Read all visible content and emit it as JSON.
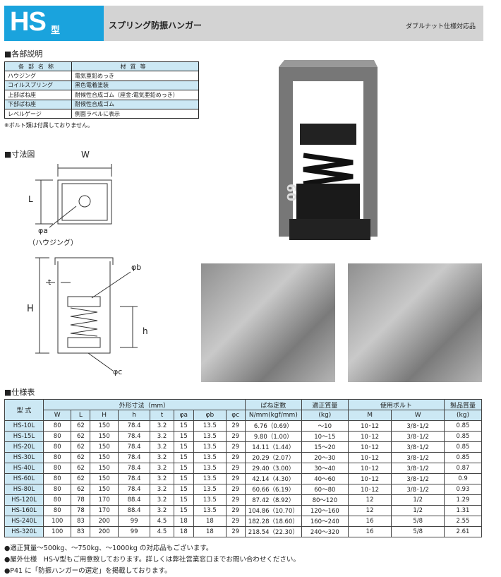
{
  "header": {
    "code": "HS",
    "type_suffix": "型",
    "title": "スプリング防振ハンガー",
    "note": "ダブルナット仕様対応品"
  },
  "parts": {
    "section_title": "■各部説明",
    "headers": [
      "各部名称",
      "材質等"
    ],
    "rows": [
      [
        "ハウジング",
        "電気亜鉛めっき"
      ],
      [
        "コイルスプリング",
        "黒色電着塗装"
      ],
      [
        "上部ばね座",
        "耐候性合成ゴム（座金:電気亜鉛めっき）"
      ],
      [
        "下部ばね座",
        "耐候性合成ゴム"
      ],
      [
        "レベルゲージ",
        "側面ラベルに表示"
      ]
    ],
    "note": "※ボルト類は付属しておりません。"
  },
  "dimensions": {
    "section_title": "■寸法図",
    "labels": {
      "W": "W",
      "L": "L",
      "phi_a": "φa",
      "housing": "（ハウジング）",
      "t": "t",
      "H": "H",
      "h": "h",
      "phi_b": "φb",
      "phi_c": "φc"
    }
  },
  "product_label": "60",
  "spec": {
    "section_title": "■仕様表",
    "headers": {
      "model": "型 式",
      "outer": "外形寸法（mm）",
      "spring": "ばね定数",
      "spring_unit": "N/mm(kgf/mm)",
      "mass": "適正質量",
      "mass_unit": "(kg)",
      "bolt": "使用ボルト",
      "weight": "製品質量",
      "weight_unit": "(kg)",
      "sub": [
        "W",
        "L",
        "H",
        "h",
        "t",
        "φa",
        "φb",
        "φc"
      ],
      "bolt_sub": [
        "M",
        "W"
      ]
    },
    "rows": [
      [
        "HS-10L",
        "80",
        "62",
        "150",
        "78.4",
        "3.2",
        "15",
        "13.5",
        "29",
        "6.76（0.69）",
        "～10",
        "10･12",
        "3/8･1/2",
        "0.85"
      ],
      [
        "HS-15L",
        "80",
        "62",
        "150",
        "78.4",
        "3.2",
        "15",
        "13.5",
        "29",
        "9.80（1.00）",
        "10～15",
        "10･12",
        "3/8･1/2",
        "0.85"
      ],
      [
        "HS-20L",
        "80",
        "62",
        "150",
        "78.4",
        "3.2",
        "15",
        "13.5",
        "29",
        "14.11（1.44）",
        "15～20",
        "10･12",
        "3/8･1/2",
        "0.85"
      ],
      [
        "HS-30L",
        "80",
        "62",
        "150",
        "78.4",
        "3.2",
        "15",
        "13.5",
        "29",
        "20.29（2.07）",
        "20～30",
        "10･12",
        "3/8･1/2",
        "0.85"
      ],
      [
        "HS-40L",
        "80",
        "62",
        "150",
        "78.4",
        "3.2",
        "15",
        "13.5",
        "29",
        "29.40（3.00）",
        "30～40",
        "10･12",
        "3/8･1/2",
        "0.87"
      ],
      [
        "HS-60L",
        "80",
        "62",
        "150",
        "78.4",
        "3.2",
        "15",
        "13.5",
        "29",
        "42.14（4.30）",
        "40～60",
        "10･12",
        "3/8･1/2",
        "0.9"
      ],
      [
        "HS-80L",
        "80",
        "62",
        "150",
        "78.4",
        "3.2",
        "15",
        "13.5",
        "29",
        "60.66（6.19）",
        "60～80",
        "10･12",
        "3/8･1/2",
        "0.93"
      ],
      [
        "HS-120L",
        "80",
        "78",
        "170",
        "88.4",
        "3.2",
        "15",
        "13.5",
        "29",
        "87.42（8.92）",
        "80～120",
        "12",
        "1/2",
        "1.29"
      ],
      [
        "HS-160L",
        "80",
        "78",
        "170",
        "88.4",
        "3.2",
        "15",
        "13.5",
        "29",
        "104.86（10.70）",
        "120～160",
        "12",
        "1/2",
        "1.31"
      ],
      [
        "HS-240L",
        "100",
        "83",
        "200",
        "99",
        "4.5",
        "18",
        "18",
        "29",
        "182.28（18.60）",
        "160～240",
        "16",
        "5/8",
        "2.55"
      ],
      [
        "HS-320L",
        "100",
        "83",
        "200",
        "99",
        "4.5",
        "18",
        "18",
        "29",
        "218.54（22.30）",
        "240～320",
        "16",
        "5/8",
        "2.61"
      ]
    ]
  },
  "footnotes": [
    "●適正質量～500kg、～750kg、～1000kg の対応品もございます。",
    "●屋外仕様　HS-V型もご用意致しております。詳しくは弊社営業窓口までお問い合わせください。",
    "●P41 に「防振ハンガーの選定」を掲載しております。"
  ]
}
